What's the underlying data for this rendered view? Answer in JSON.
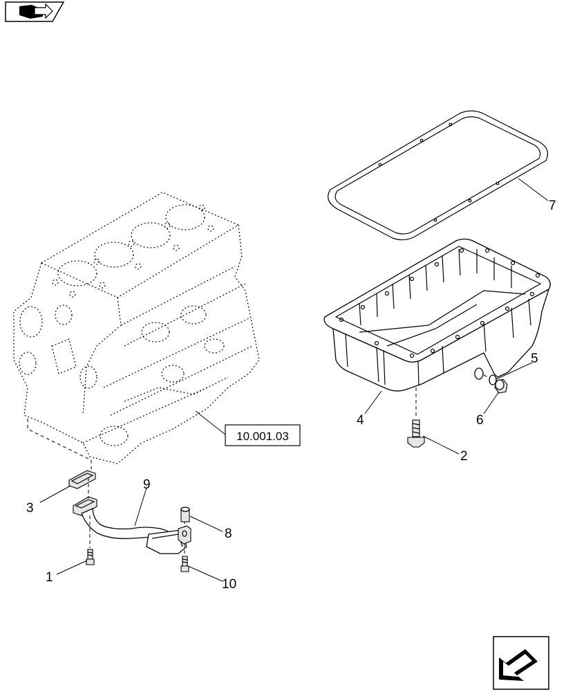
{
  "diagram": {
    "reference_box": "10.001.03",
    "callouts": [
      {
        "id": "1",
        "text": "1"
      },
      {
        "id": "2",
        "text": "2"
      },
      {
        "id": "3",
        "text": "3"
      },
      {
        "id": "4",
        "text": "4"
      },
      {
        "id": "5",
        "text": "5"
      },
      {
        "id": "6",
        "text": "6"
      },
      {
        "id": "7",
        "text": "7"
      },
      {
        "id": "8",
        "text": "8"
      },
      {
        "id": "9",
        "text": "9"
      },
      {
        "id": "10",
        "text": "10"
      }
    ],
    "icons": {
      "top_left": "book-arrow-icon",
      "bottom_right": "next-page-arrow-icon"
    }
  }
}
